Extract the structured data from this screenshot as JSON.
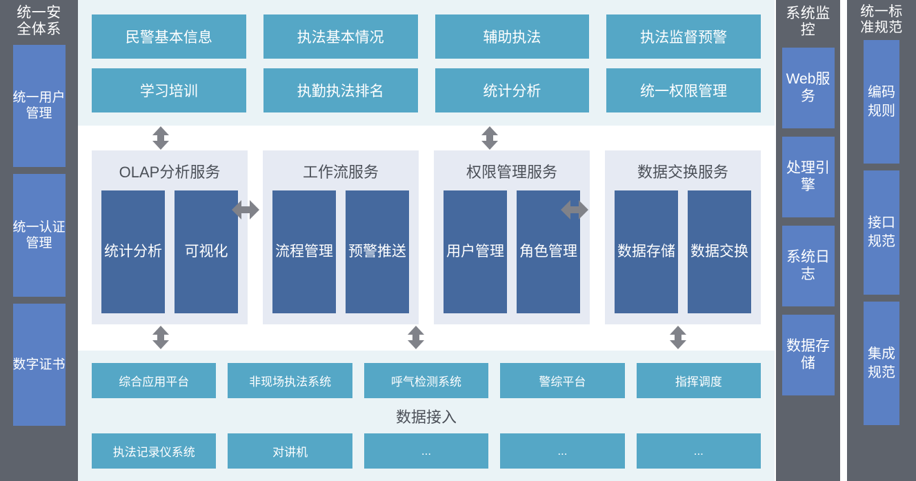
{
  "left_column": {
    "title": "统一安全体系",
    "items": [
      {
        "label": "统一用户管理"
      },
      {
        "label": "统一认证管理"
      },
      {
        "label": "数字证书"
      }
    ]
  },
  "application_layer": {
    "rows": [
      [
        {
          "label": "民警基本信息"
        },
        {
          "label": "执法基本情况"
        },
        {
          "label": "辅助执法"
        },
        {
          "label": "执法监督预警"
        }
      ],
      [
        {
          "label": "学习培训"
        },
        {
          "label": "执勤执法排名"
        },
        {
          "label": "统计分析"
        },
        {
          "label": "统一权限管理"
        }
      ]
    ]
  },
  "service_layer": {
    "panels": [
      {
        "title": "OLAP分析服务",
        "boxes": [
          {
            "label": "统计分析"
          },
          {
            "label": "可视化"
          }
        ]
      },
      {
        "title": "工作流服务",
        "boxes": [
          {
            "label": "流程管理"
          },
          {
            "label": "预警推送"
          }
        ]
      },
      {
        "title": "权限管理服务",
        "boxes": [
          {
            "label": "用户管理"
          },
          {
            "label": "角色管理"
          }
        ]
      },
      {
        "title": "数据交换服务",
        "boxes": [
          {
            "label": "数据存储"
          },
          {
            "label": "数据交换"
          }
        ]
      }
    ]
  },
  "data_layer": {
    "caption": "数据接入",
    "rows": [
      [
        {
          "label": "综合应用平台"
        },
        {
          "label": "非现场执法系统"
        },
        {
          "label": "呼气检测系统"
        },
        {
          "label": "警综平台"
        },
        {
          "label": "指挥调度"
        }
      ],
      [
        {
          "label": "执法记录仪系统"
        },
        {
          "label": "对讲机"
        },
        {
          "label": "..."
        },
        {
          "label": "..."
        },
        {
          "label": "..."
        }
      ]
    ]
  },
  "monitor_column": {
    "title": "系统监控",
    "items": [
      {
        "label": "Web服务"
      },
      {
        "label": "处理引擎"
      },
      {
        "label": "系统日志"
      },
      {
        "label": "数据存储"
      }
    ]
  },
  "standard_column": {
    "title": "统一标准规范",
    "items": [
      {
        "label": "编码规则"
      },
      {
        "label": "接口规范"
      },
      {
        "label": "集成规范"
      }
    ]
  },
  "colors": {
    "sidebar_bg": "#5e636c",
    "sidebar_box": "#5b80c4",
    "app_box": "#55a7c6",
    "app_panel_bg": "#eaf3f6",
    "service_panel_bg": "#e6eaf3",
    "service_box": "#45699e",
    "arrow": "#808289"
  }
}
